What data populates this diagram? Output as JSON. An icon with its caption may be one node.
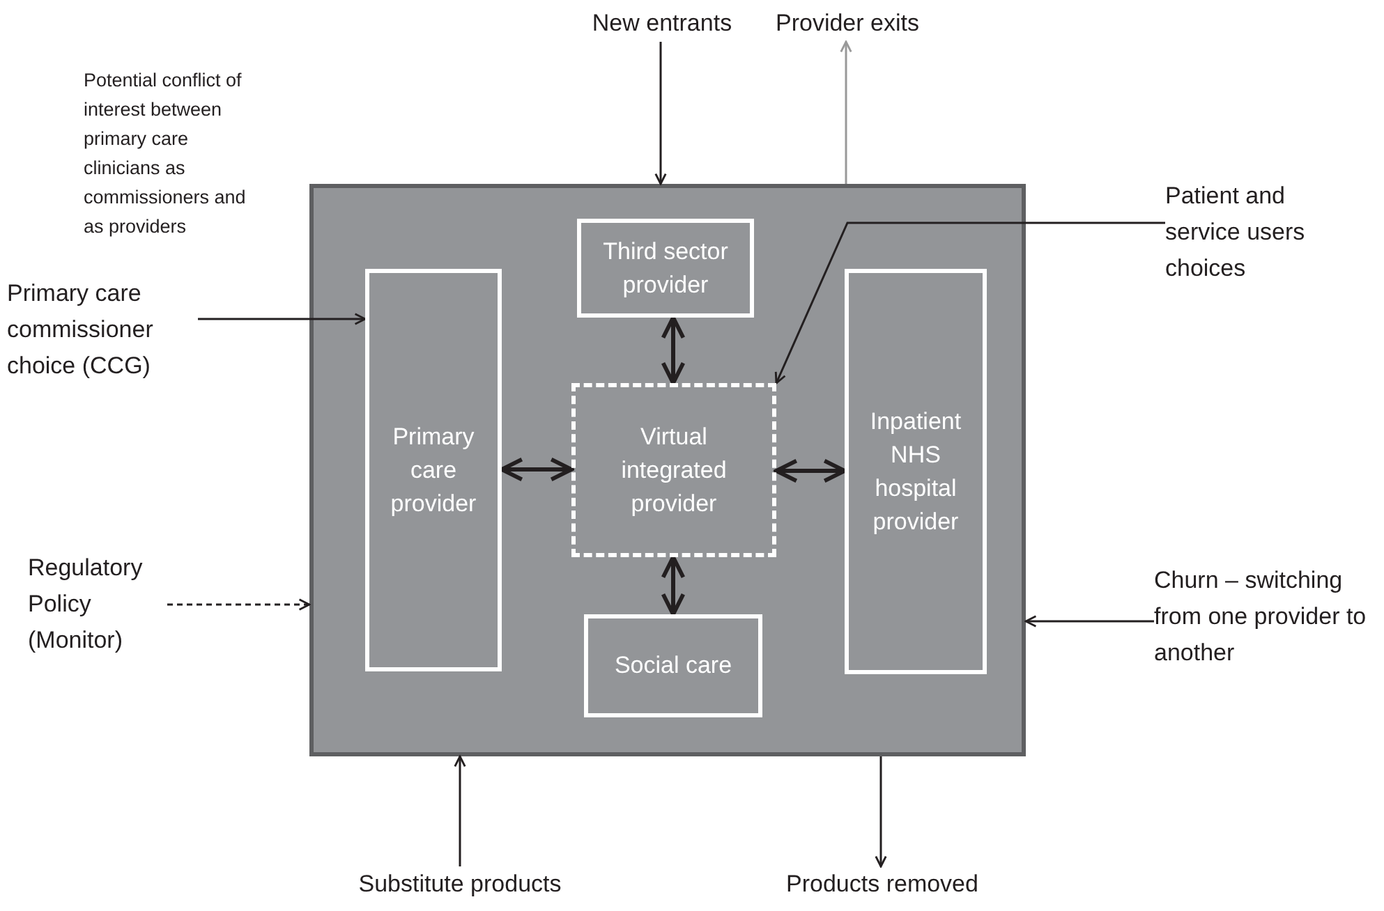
{
  "diagram": {
    "nodes": [
      {
        "text": [],
        "shape": "box"
      },
      {
        "text": [
          "Third sector provider"
        ],
        "in": 0
      },
      {
        "text": [
          "Primary care provider"
        ],
        "in": 0
      },
      {
        "text": [
          "Virtual integrated provider"
        ],
        "in": 0
      },
      {
        "text": [
          "Inpatient NHS hospital provider"
        ],
        "in": 0
      },
      {
        "text": [
          "Social care"
        ],
        "in": 0
      },
      {
        "text": [
          "New entrants"
        ]
      },
      {
        "text": [
          "Provider exits"
        ]
      },
      {
        "text": [
          "Primary care commissioner choice (CCG)"
        ]
      },
      {
        "text": [
          "Patient and service users choices"
        ]
      },
      {
        "text": [
          "Regulatory Policy (Monitor)"
        ]
      },
      {
        "text": [
          "Churn – switching from one provider to another"
        ]
      },
      {
        "text": [
          "Substitute products"
        ]
      },
      {
        "text": [
          "Products removed"
        ]
      }
    ],
    "edges": [
      {
        "from": 6,
        "to": 0,
        "arrow": "to"
      },
      {
        "from": 0,
        "to": 7,
        "arrow": "to",
        "color": "#999999"
      },
      {
        "from": 8,
        "to": 2,
        "arrow": "to"
      },
      {
        "from": 9,
        "to": 3,
        "arrow": "to"
      },
      {
        "from": 10,
        "to": 0,
        "arrow": "to",
        "style": "dashed"
      },
      {
        "from": 11,
        "to": 0,
        "arrow": "to"
      },
      {
        "from": 12,
        "to": 0,
        "arrow": "to"
      },
      {
        "from": 0,
        "to": 13,
        "arrow": "to"
      },
      {
        "from": 1,
        "to": 3,
        "arrow": "both",
        "style": "thick"
      },
      {
        "from": 2,
        "to": 3,
        "arrow": "both",
        "style": "thick"
      },
      {
        "from": 3,
        "to": 4,
        "arrow": "both",
        "style": "thick"
      },
      {
        "from": 3,
        "to": 5,
        "arrow": "both",
        "style": "thick"
      }
    ],
    "labels": [
      "Potential conflict of interest between primary care clinicians as commissioners and as providers"
    ]
  }
}
